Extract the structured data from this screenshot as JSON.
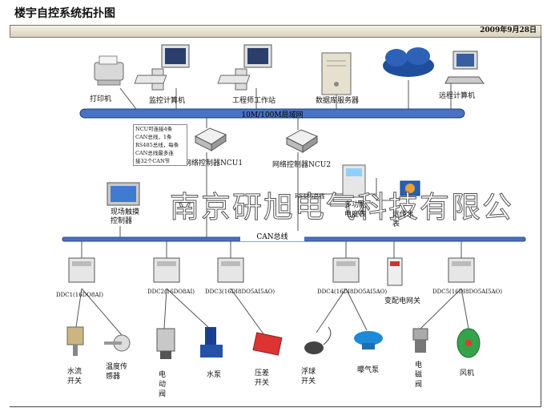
{
  "header": {
    "title": "楼宇自控系统拓扑图",
    "date": "2009年9月28日"
  },
  "networks": {
    "lan": "10M/100M局域网",
    "can": "CAN总线"
  },
  "top_devices": [
    {
      "key": "printer",
      "label": "打印机"
    },
    {
      "key": "monitor_pc",
      "label": "监控计算机"
    },
    {
      "key": "engineer_ws",
      "label": "工程师工作站"
    },
    {
      "key": "db_server",
      "label": "数据库服务器"
    },
    {
      "key": "remote_pc",
      "label": "远程计算机"
    }
  ],
  "controllers": {
    "ncu1": "网络控制器NCU1",
    "ncu2": "网络控制器NCU2"
  },
  "note_lines": [
    "NCU可连接4条",
    "CAN总线，1条",
    "RS485总线，每条",
    "CAN总线最多连",
    "接32个CAN节"
  ],
  "rs485": "RS485总线",
  "panel": {
    "label": "现场触摸控制器"
  },
  "meter": {
    "label": "多功能电度表"
  },
  "water_meter": {
    "label": "远传水表"
  },
  "ddcs": [
    {
      "key": "ddc1",
      "label": "DDC1(16DO8AI)"
    },
    {
      "key": "ddc2",
      "label": "DDC2(16DO8AI)"
    },
    {
      "key": "ddc3",
      "label": "DDC3(16DI8DO5AI5AO)"
    },
    {
      "key": "ddc4",
      "label": "DDC4(16DI8DO5AI5AO)"
    },
    {
      "key": "ddc5",
      "label": "DDC5(16DI8DO5AI5AO)"
    }
  ],
  "gateway": {
    "label": "变配电网关"
  },
  "field_devices": [
    {
      "key": "flow_switch",
      "label": "水流开关"
    },
    {
      "key": "temp_sensor",
      "label": "温度传感器"
    },
    {
      "key": "electric_valve",
      "label": "电动阀"
    },
    {
      "key": "pump",
      "label": "水泵"
    },
    {
      "key": "diff_pressure",
      "label": "压差开关"
    },
    {
      "key": "float_ball",
      "label": "浮球开关"
    },
    {
      "key": "aerator",
      "label": "曝气泵"
    },
    {
      "key": "solenoid",
      "label": "电磁阀"
    },
    {
      "key": "fan",
      "label": "风机"
    }
  ],
  "watermark": "南京研旭电气科技有限公"
}
